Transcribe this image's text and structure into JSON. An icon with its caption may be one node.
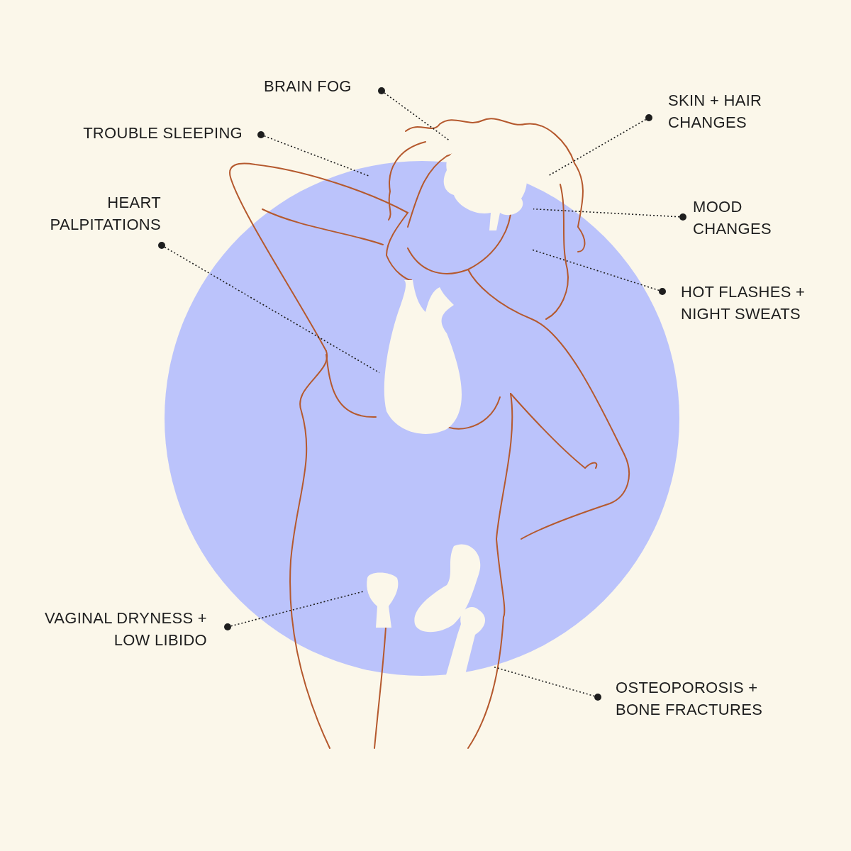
{
  "diagram": {
    "nodes": [
      {
        "text": [
          "BRAIN FOG"
        ]
      },
      {
        "text": [
          "SKIN + HAIR CHANGES"
        ]
      },
      {
        "text": [
          "TROUBLE SLEEPING"
        ]
      },
      {
        "text": [
          "MOOD CHANGES"
        ]
      },
      {
        "text": [
          "HEART PALPITATIONS"
        ]
      },
      {
        "text": [
          "HOT FLASHES + NIGHT SWEATS"
        ]
      },
      {
        "text": [
          "VAGINAL DRYNESS + LOW LIBIDO"
        ]
      },
      {
        "text": [
          "OSTEOPOROSIS + BONE FRACTURES"
        ]
      },
      {
        "text": [],
        "shape": "picture"
      },
      {
        "text": [],
        "shape": "picture"
      },
      {
        "text": [],
        "shape": "picture"
      },
      {
        "text": [],
        "shape": "picture"
      }
    ],
    "edges": [
      {
        "from": 0,
        "to": 8,
        "arrow": "other"
      },
      {
        "from": 1,
        "to": null,
        "arrow": "other"
      },
      {
        "from": 2,
        "to": null,
        "arrow": "other"
      },
      {
        "from": 3,
        "to": 8,
        "arrow": "other"
      },
      {
        "from": 4,
        "to": 9,
        "arrow": "other"
      },
      {
        "from": 5,
        "to": null,
        "arrow": "other"
      },
      {
        "from": 6,
        "to": 10,
        "arrow": "other"
      },
      {
        "from": 7,
        "to": 11,
        "arrow": "other"
      }
    ]
  }
}
